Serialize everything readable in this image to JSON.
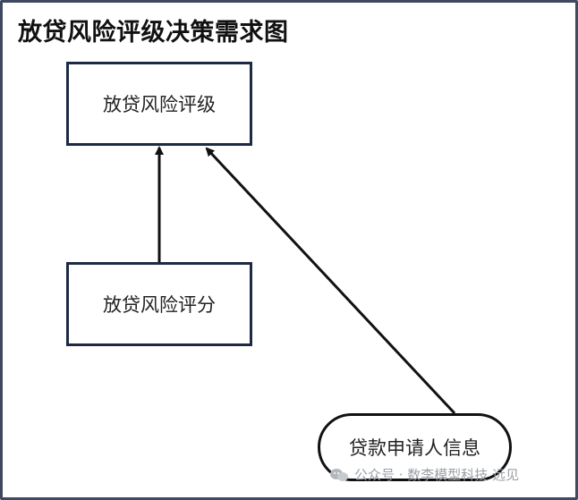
{
  "title": "放贷风险评级决策需求图",
  "nodes": {
    "rating": "放贷风险评级",
    "score": "放贷风险评分",
    "applicant": "贷款申请人信息"
  },
  "watermark": {
    "icon": "wechat-icon",
    "text": "公众号 · 数李模型科技 远见"
  },
  "colors": {
    "border": "#1c2a44",
    "frame": "#3d4a5f",
    "text": "#222222",
    "watermark": "#9a9fa6"
  }
}
